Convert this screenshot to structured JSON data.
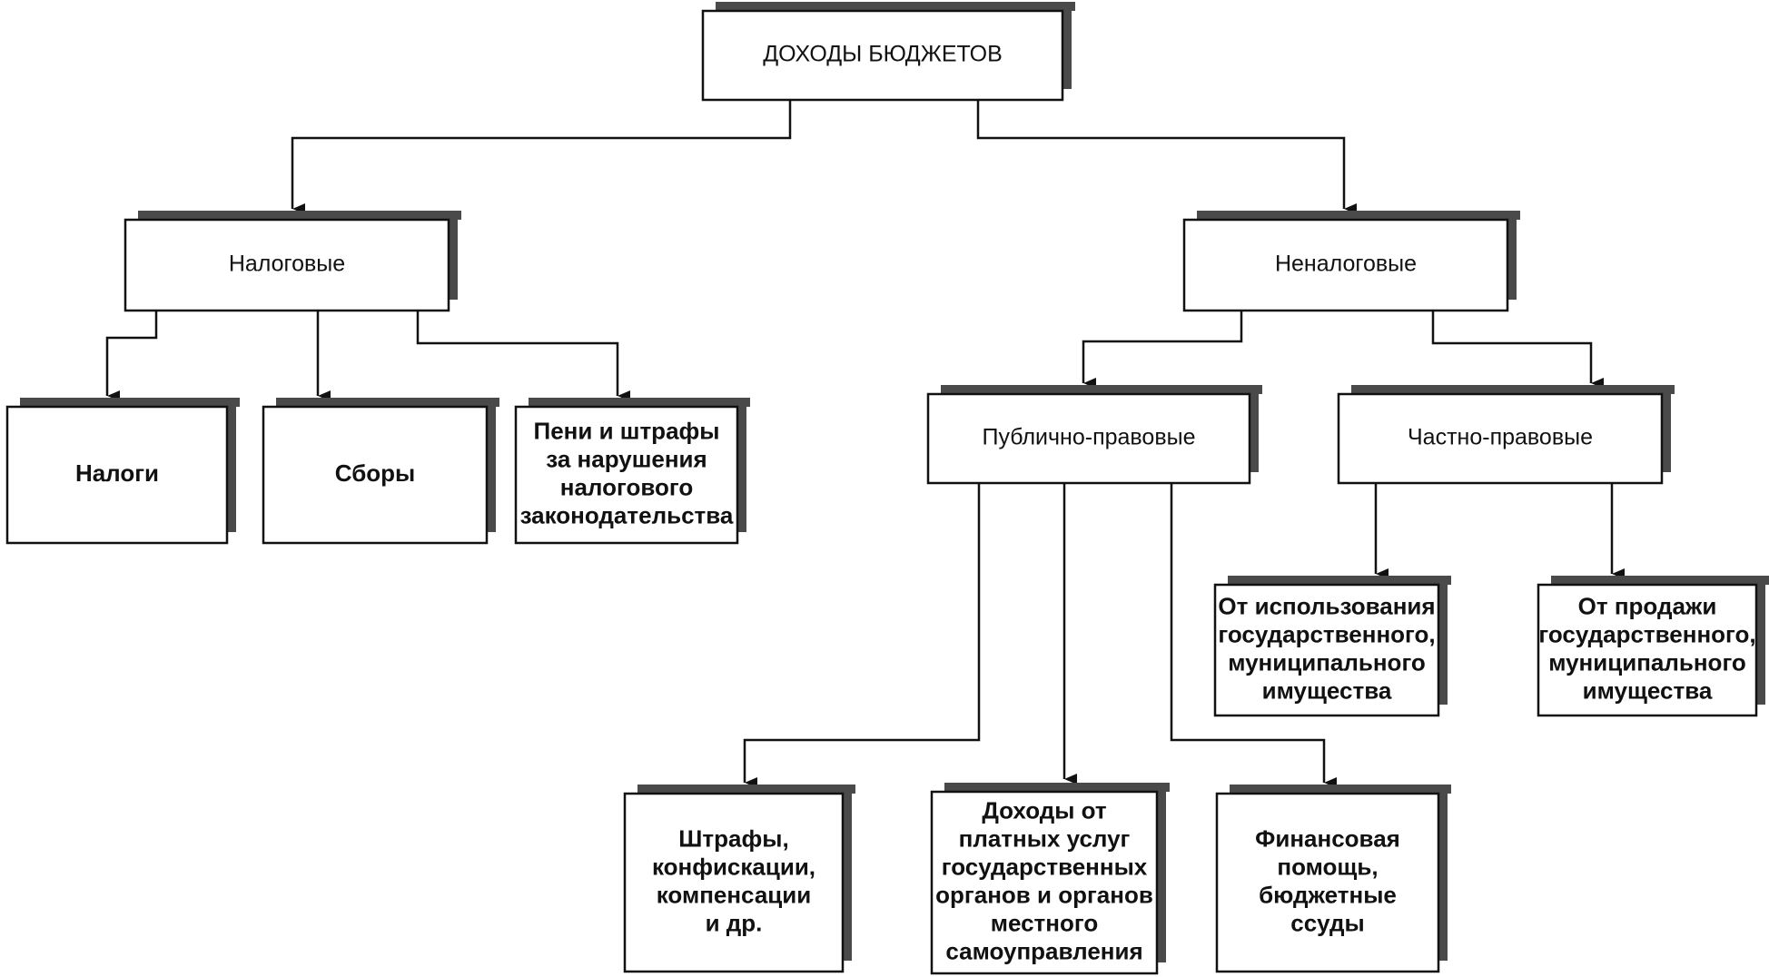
{
  "nodes": {
    "root": {
      "lines": [
        "ДОХОДЫ БЮДЖЕТОВ"
      ]
    },
    "tax": {
      "lines": [
        "Налоговые"
      ]
    },
    "nontax": {
      "lines": [
        "Неналоговые"
      ]
    },
    "taxes": {
      "lines": [
        "Налоги"
      ]
    },
    "fees": {
      "lines": [
        "Сборы"
      ]
    },
    "penalties": {
      "lines": [
        "Пени и штрафы",
        "за нарушения",
        "налогового",
        "законодательства"
      ]
    },
    "public": {
      "lines": [
        "Публично-правовые"
      ]
    },
    "private": {
      "lines": [
        "Частно-правовые"
      ]
    },
    "property_use": {
      "lines": [
        "От использования",
        "государственного,",
        "муниципального",
        "имущества"
      ]
    },
    "property_sale": {
      "lines": [
        "От продажи",
        "государственного,",
        "муниципального",
        "имущества"
      ]
    },
    "fines": {
      "lines": [
        "Штрафы,",
        "конфискации,",
        "компенсации",
        "и др."
      ]
    },
    "paid_services": {
      "lines": [
        "Доходы от",
        "платных услуг",
        "государственных",
        "органов и органов",
        "местного",
        "самоуправления"
      ]
    },
    "fin_aid": {
      "lines": [
        "Финансовая",
        "помощь,",
        "бюджетные",
        "ссуды"
      ]
    }
  }
}
